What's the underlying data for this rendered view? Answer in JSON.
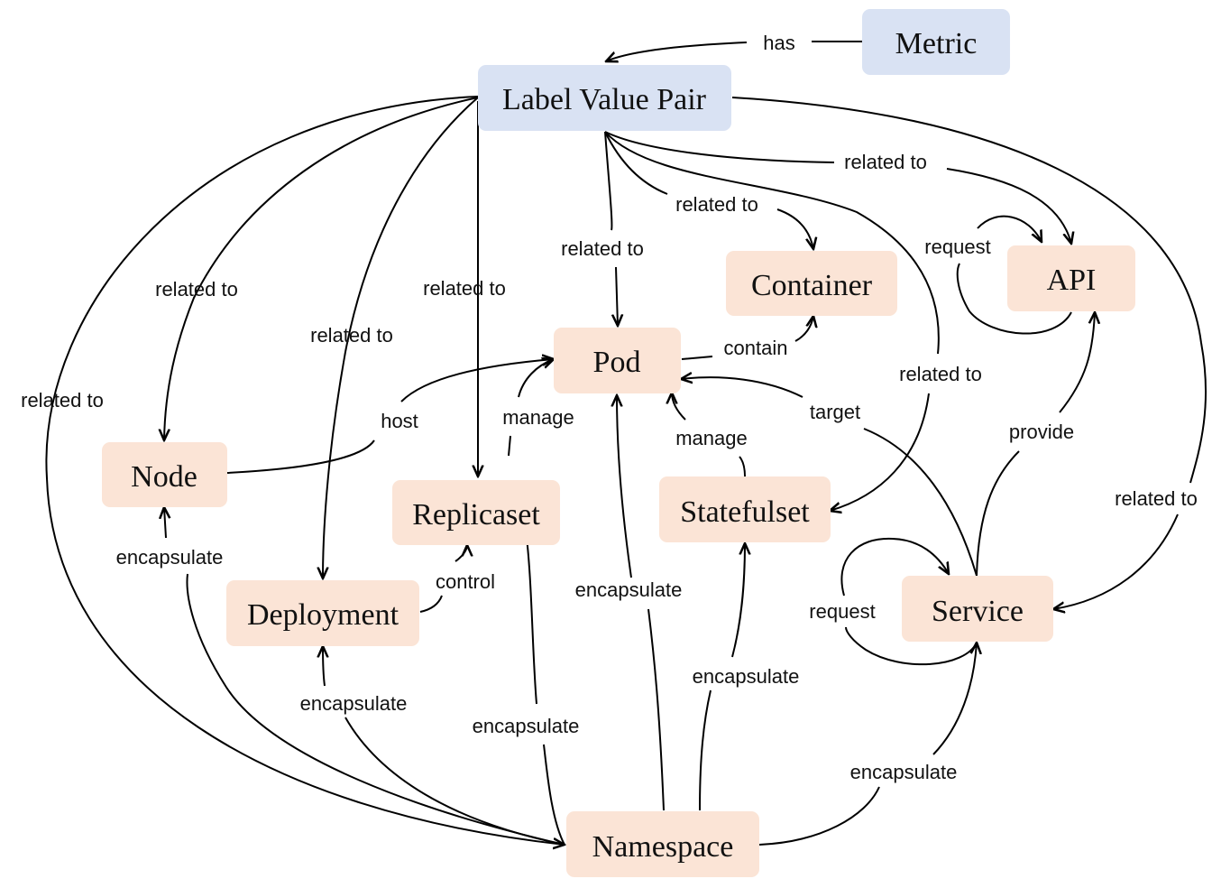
{
  "nodes": {
    "metric": "Metric",
    "label_value_pair": "Label Value Pair",
    "container": "Container",
    "api": "API",
    "pod": "Pod",
    "node": "Node",
    "replicaset": "Replicaset",
    "statefulset": "Statefulset",
    "deployment": "Deployment",
    "service": "Service",
    "namespace": "Namespace"
  },
  "edge_labels": {
    "has": "has",
    "related_to": "related to",
    "request": "request",
    "contain": "contain",
    "host": "host",
    "manage": "manage",
    "target": "target",
    "provide": "provide",
    "control": "control",
    "encapsulate": "encapsulate"
  },
  "colors": {
    "entity_fill": "#fbe4d6",
    "concept_fill": "#d9e2f3",
    "edge": "#000000"
  }
}
